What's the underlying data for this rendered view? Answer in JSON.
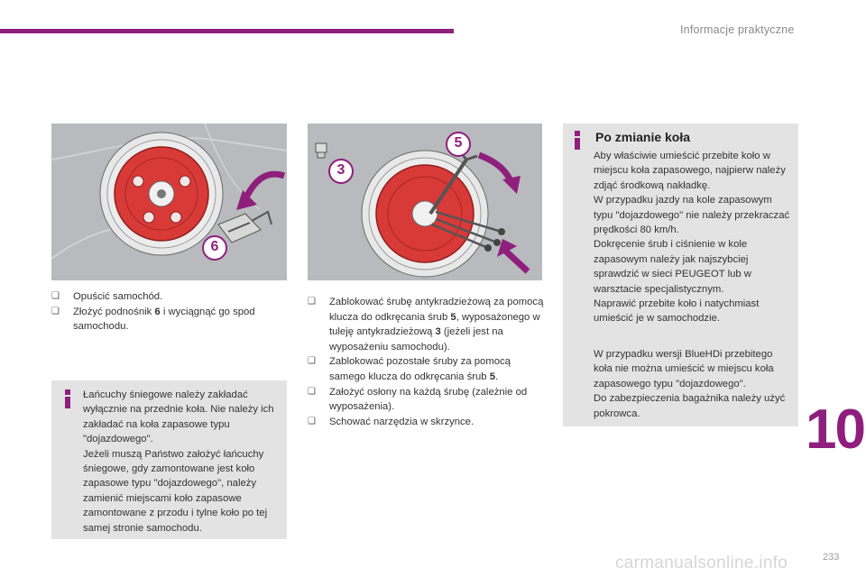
{
  "header": {
    "section_title": "Informacje praktyczne",
    "chapter_number": "10",
    "page_number": "233",
    "accent_color": "#8f1f7c"
  },
  "watermark": "carmanualsonline.info",
  "illustrations": {
    "left_callout": "6",
    "middle_callouts": [
      "5",
      "3"
    ]
  },
  "left_steps": [
    {
      "parts": [
        "Opuścić samochód."
      ]
    },
    {
      "parts": [
        "Złożyć podnośnik ",
        "6",
        " i wyciągnąć go spod samochodu."
      ]
    }
  ],
  "middle_steps": [
    {
      "parts": [
        "Zablokować śrubę antykradzieżową za pomocą klucza do odkręcania śrub ",
        "5",
        ", wyposażonego w tuleję antykradzieżową ",
        "3",
        " (jeżeli jest na wyposażeniu samochodu)."
      ]
    },
    {
      "parts": [
        "Zablokować pozostałe śruby za pomocą samego klucza do odkręcania śrub ",
        "5",
        "."
      ]
    },
    {
      "parts": [
        "Założyć osłony na każdą śrubę (zależnie od wyposażenia)."
      ]
    },
    {
      "parts": [
        "Schować narzędzia w skrzynce."
      ]
    }
  ],
  "chains_note": "Łańcuchy śniegowe należy zakładać wyłącznie na przednie koła. Nie należy ich zakładać na koła zapasowe typu \"dojazdowego\".\nJeżeli muszą Państwo założyć łańcuchy śniegowe, gdy zamontowane jest koło zapasowe typu \"dojazdowego\", należy zamienić miejscami koło zapasowe zamontowane z przodu i tylne koło po tej samej stronie samochodu.",
  "after_change": {
    "title": "Po zmianie koła",
    "paragraph1": "Aby właściwie umieścić przebite koło w miejscu koła zapasowego, najpierw należy zdjąć środkową nakładkę.\nW przypadku jazdy na kole zapasowym typu \"dojazdowego\" nie należy przekraczać prędkości 80 km/h.\nDokręcenie śrub i ciśnienie w kole zapasowym należy jak najszybciej sprawdzić w sieci PEUGEOT lub w warsztacie specjalistycznym.\nNaprawić przebite koło i natychmiast umieścić je w samochodzie.",
    "paragraph2": "W przypadku wersji BlueHDi przebitego koła nie można umieścić w miejscu koła zapasowego typu \"dojazdowego\".\nDo zabezpieczenia bagażnika należy użyć pokrowca."
  }
}
